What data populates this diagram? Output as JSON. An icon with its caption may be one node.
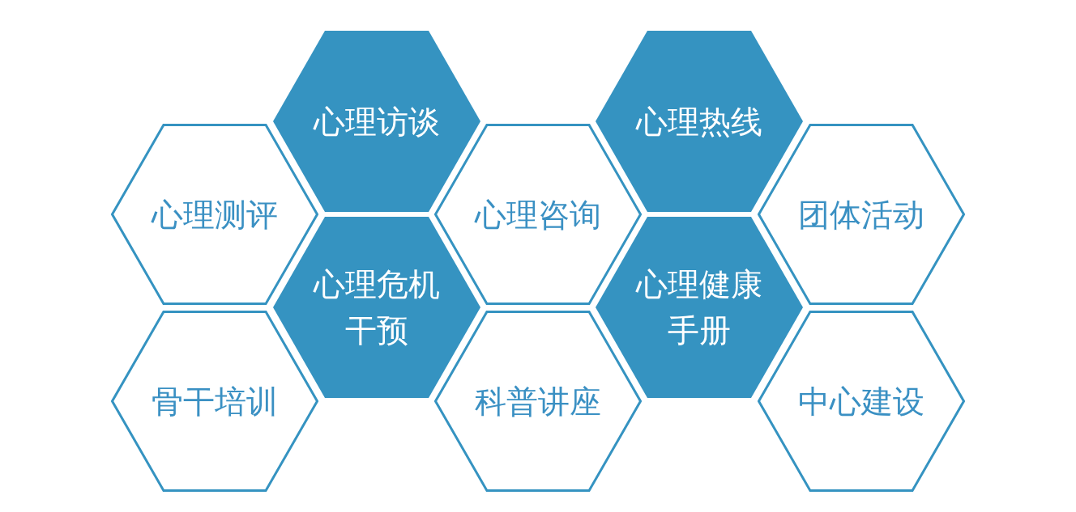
{
  "diagram": {
    "nodes": [
      {
        "text": [
          "心理访谈"
        ]
      },
      {
        "text": [
          "心理热线"
        ]
      },
      {
        "text": [
          "心理测评"
        ]
      },
      {
        "text": [
          "心理咨询"
        ]
      },
      {
        "text": [
          "团体活动"
        ]
      },
      {
        "text": [
          "心理危机干预"
        ]
      },
      {
        "text": [
          "心理健康手册"
        ]
      },
      {
        "text": [
          "骨干培训"
        ]
      },
      {
        "text": [
          "科普讲座"
        ]
      },
      {
        "text": [
          "中心建设"
        ]
      }
    ]
  }
}
